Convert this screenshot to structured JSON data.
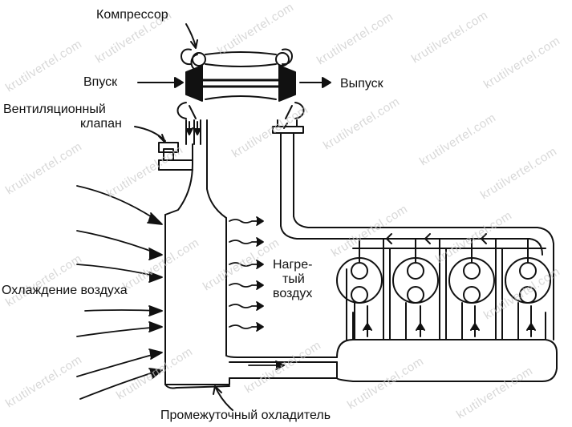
{
  "labels": {
    "compressor": "Компрессор",
    "intake": "Впуск",
    "exhaust": "Выпуск",
    "vent_valve_line1": "Вентиляционный",
    "vent_valve_line2": "клапан",
    "air_cooling": "Охлаждение воздуха",
    "heated_air_line1": "Нагре-",
    "heated_air_line2": "тый",
    "heated_air_line3": "воздух",
    "intercooler": "Промежуточный охладитель"
  },
  "watermark": "krutilvertel.com",
  "colors": {
    "stroke": "#111111",
    "watermark": "#c8c8c8",
    "background": "#ffffff"
  }
}
